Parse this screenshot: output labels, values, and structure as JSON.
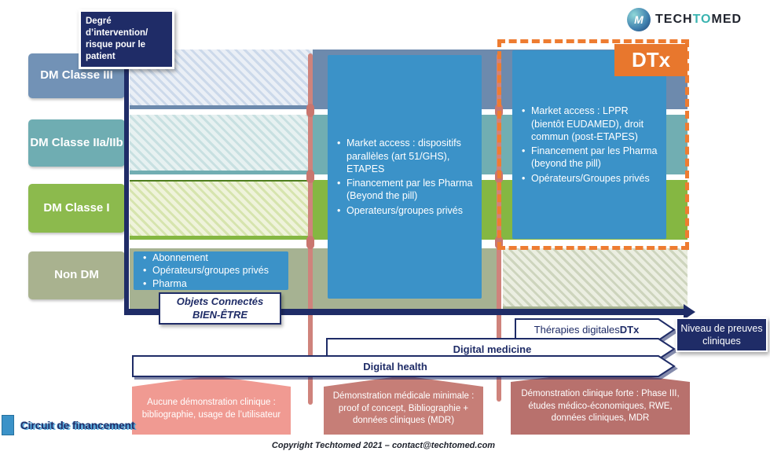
{
  "header": {
    "y_axis_label_line1": "Degré d’intervention/",
    "y_axis_label_line2": "risque pour le patient",
    "logo": {
      "icon": "techtomed-logo-circle",
      "tech": "TECH",
      "to": "TO",
      "med": "MED"
    }
  },
  "row_labels": [
    {
      "label": "DM Classe III",
      "color": "#7292b6"
    },
    {
      "label": "DM Classe IIa/IIb",
      "color": "#6fadb2"
    },
    {
      "label": "DM Classe I",
      "color": "#8cba4d"
    },
    {
      "label": "Non DM",
      "color": "#a9b28f"
    }
  ],
  "dtx": {
    "tag": "DTx",
    "border_color": "#ee7c31"
  },
  "boxes": {
    "middle": {
      "color": "#3b92c8",
      "bullets": [
        "Market access : dispositifs parallèles (art 51/GHS), ETAPES",
        "Financement par les Pharma (Beyond the pill)",
        "Operateurs/groupes privés"
      ]
    },
    "right": {
      "color": "#3b92c8",
      "bullets": [
        "Market access : LPPR  (bientôt EUDAMED), droit commun (post-ETAPES)",
        "Financement par les Pharma (beyond the pill)",
        "Opérateurs/Groupes privés"
      ]
    },
    "non_dm": {
      "color": "#3b92c8",
      "bullets": [
        "Abonnement",
        "Opérateurs/groupes privés",
        "Pharma"
      ]
    },
    "objets": {
      "line1": "Objets Connectés",
      "line2": "BIEN-ÊTRE"
    }
  },
  "arrows": [
    {
      "label": "Thérapies digitales ",
      "bold_label": "DTx"
    },
    {
      "label": "Digital medicine"
    },
    {
      "label": "Digital health"
    }
  ],
  "x_axis_box": {
    "line1": "Niveau de preuves",
    "line2": "cliniques"
  },
  "evidence_boxes": [
    {
      "text": "Aucune démonstration clinique : bibliographie, usage de l’utilisateur",
      "color": "#f09a92"
    },
    {
      "text": "Démonstration médicale minimale : proof of concept,  Bibliographie + données cliniques (MDR)",
      "color": "#c67e77"
    },
    {
      "text": "Démonstration clinique forte : Phase III, études médico-économiques, RWE, données cliniques, MDR",
      "color": "#b8716d"
    }
  ],
  "legend": {
    "label": "Circuit de financement",
    "swatch_color": "#3b92c8"
  },
  "footer": {
    "copyright": "Copyright Techtomed 2021 – contact@techtomed.com"
  }
}
